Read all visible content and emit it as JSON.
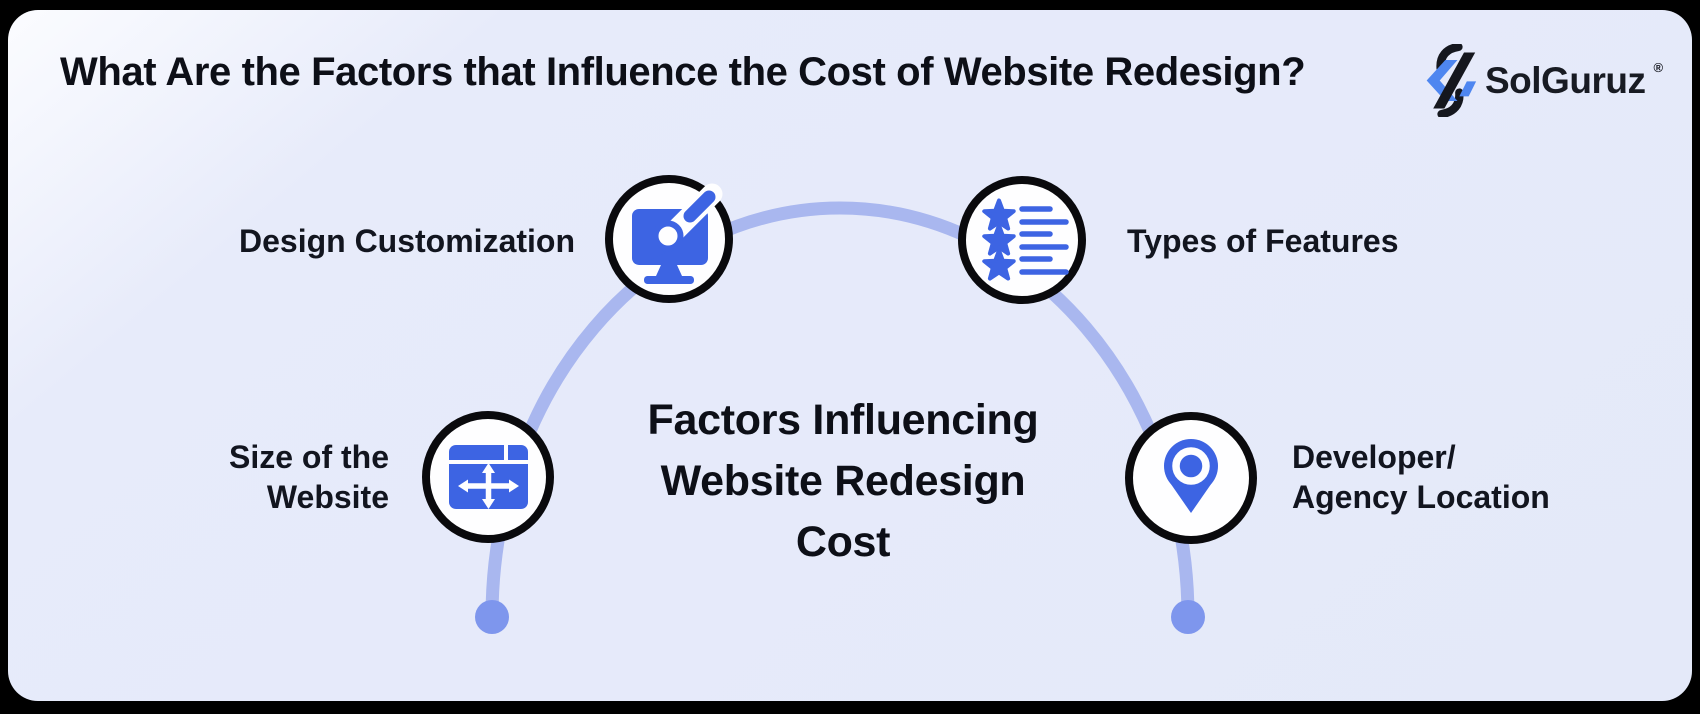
{
  "header": {
    "title": "What Are the Factors that Influence the Cost of Website Redesign?"
  },
  "logo": {
    "name": "SolGuruz",
    "registered": "®"
  },
  "center": {
    "line1": "Factors Influencing",
    "line2": "Website Redesign",
    "line3": "Cost"
  },
  "labels": {
    "design_customization": "Design Customization",
    "types_of_features": "Types of Features",
    "size_of_website_line1": "Size of the",
    "size_of_website_line2": "Website",
    "developer_location_line1": "Developer/",
    "developer_location_line2": "Agency Location"
  },
  "icons": {
    "design_customization": "monitor-paintbrush-icon",
    "types_of_features": "star-list-icon",
    "size_of_website": "window-resize-arrows-icon",
    "developer_location": "location-pin-icon",
    "brand": "solguruz-logo-icon"
  },
  "colors": {
    "frame": "#000000",
    "card_background": "#e7ebfa",
    "arc": "#a9b7ef",
    "end_dot": "#7e96ed",
    "icon_blue": "#3d64e3",
    "node_fill": "#fefeff",
    "node_border": "#0a0a0d",
    "text": "#0d0f17",
    "logo_blue": "#4e86f0",
    "logo_black": "#15171e"
  }
}
